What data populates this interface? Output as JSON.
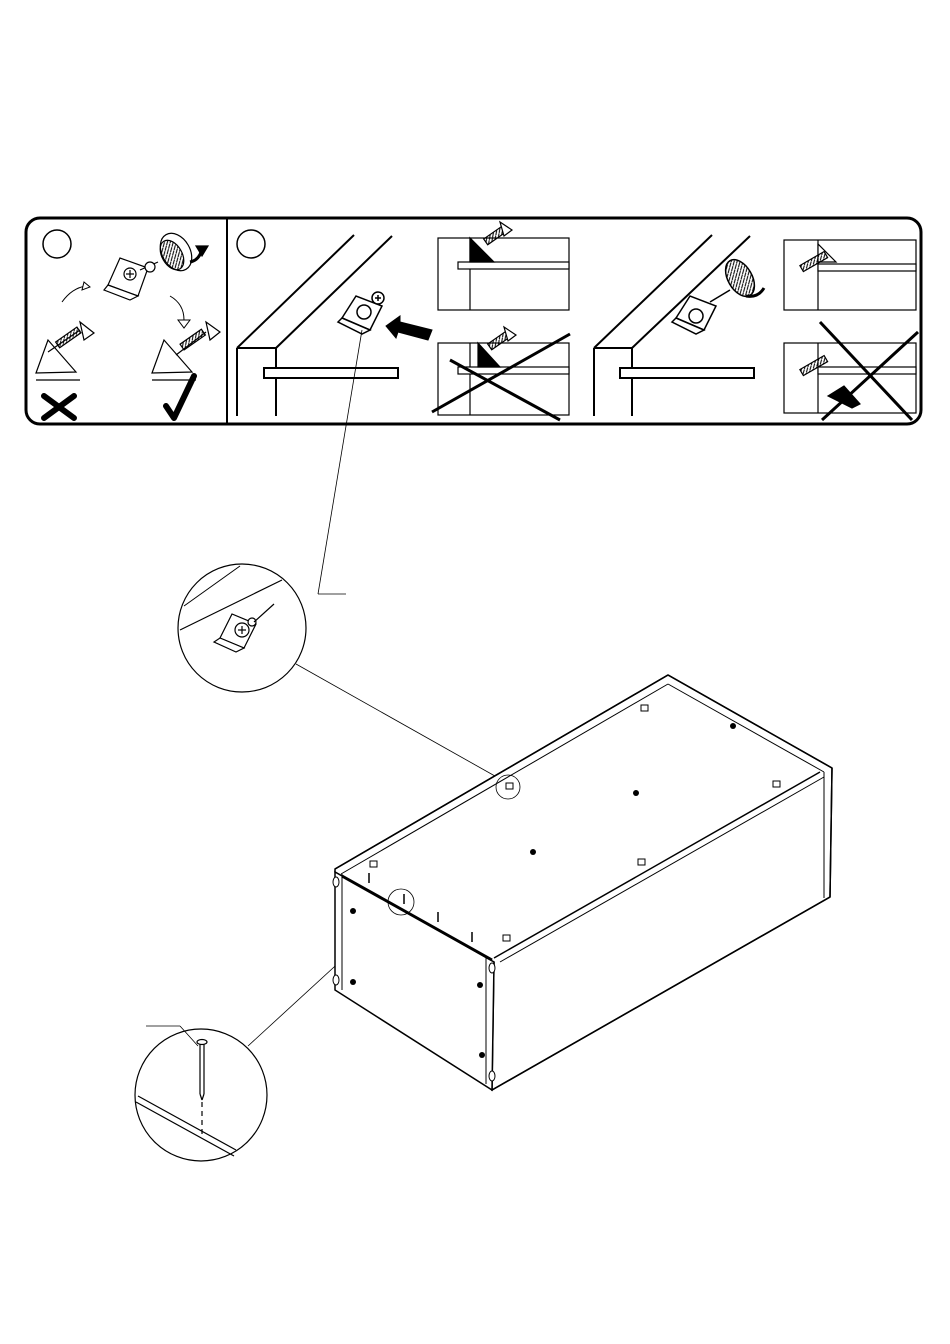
{
  "sheet": {
    "background": "#ffffff",
    "ink": "#000000"
  },
  "instruction_strip": {
    "panel_1": {
      "step_marker": "",
      "icons": [
        "wood-dowel-bracket-icon",
        "rotate-arrow-icon",
        "screw-icon",
        "cross-mark-icon",
        "check-mark-icon"
      ]
    },
    "panel_2": {
      "step_marker": "",
      "icons": [
        "cabinet-corner-icon",
        "bracket-icon",
        "push-arrow-icon",
        "correct-detail-icon",
        "wrong-detail-icon"
      ]
    }
  },
  "main_drawing": {
    "subject": "cabinet-carcass",
    "callouts": [
      "bracket-detail-callout",
      "nail-detail-callout"
    ]
  }
}
